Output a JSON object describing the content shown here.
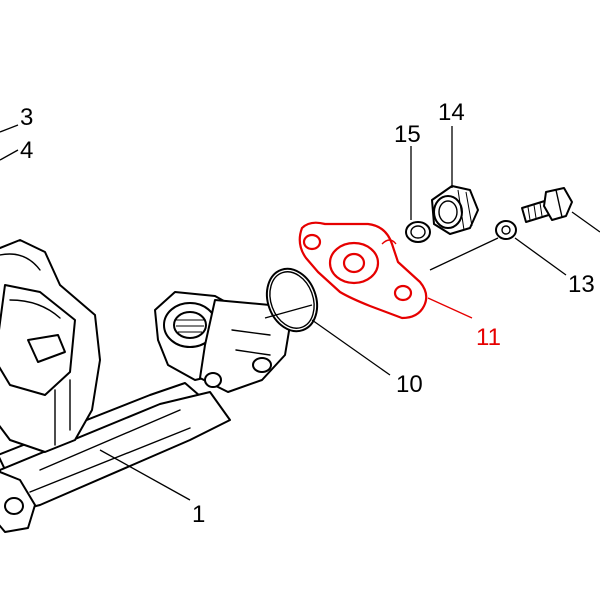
{
  "callouts": {
    "c1": "1",
    "c3": "3",
    "c4": "4",
    "c10": "10",
    "c11": "11",
    "c13": "13",
    "c14": "14",
    "c15": "15"
  },
  "highlight_color": "#e60000",
  "highlighted_part": "11"
}
